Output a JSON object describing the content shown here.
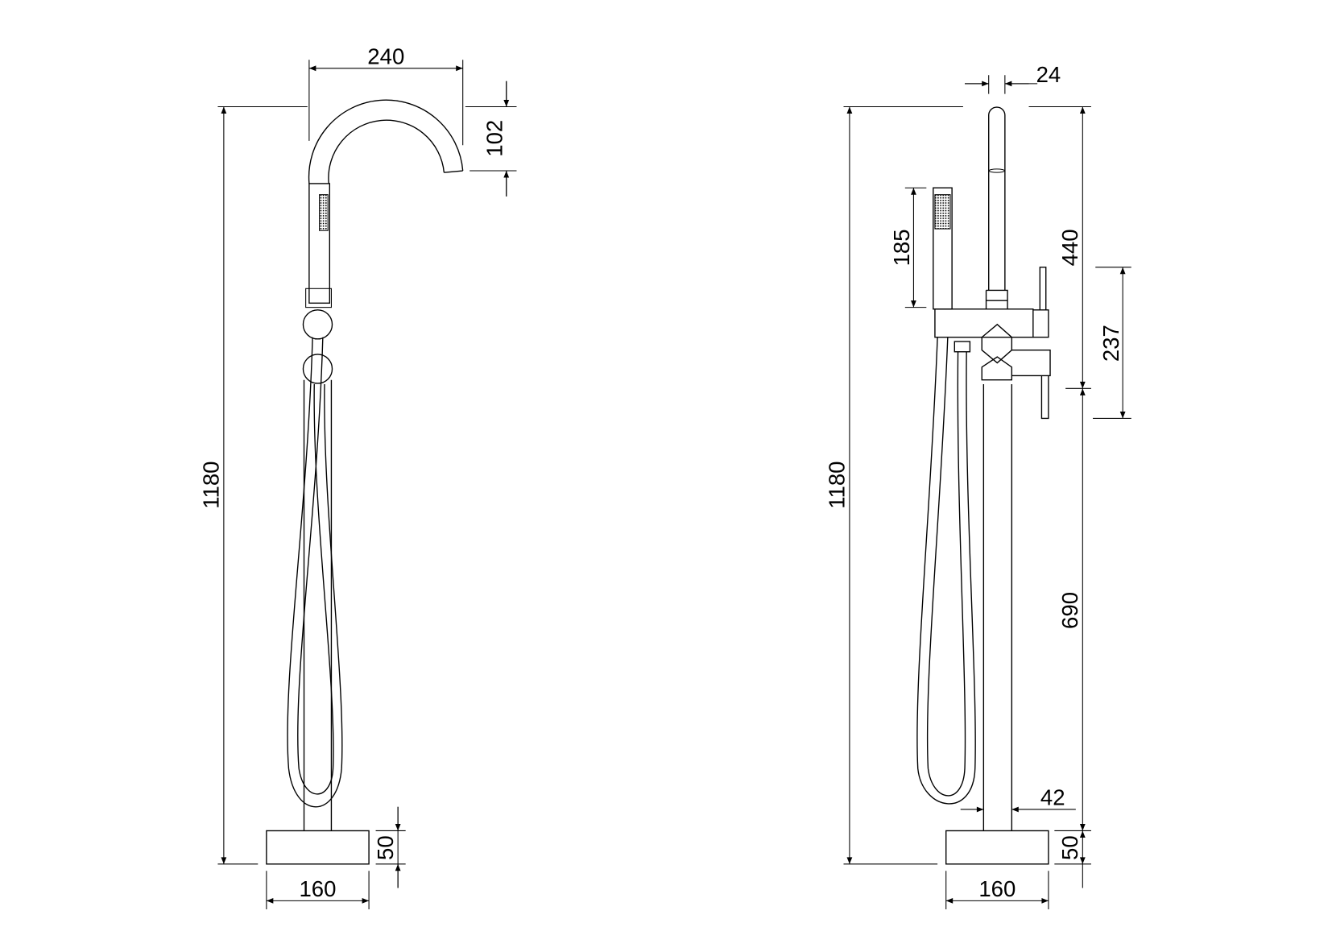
{
  "front_view": {
    "dims": {
      "height_total": "1180",
      "spout_reach": "240",
      "spout_drop": "102",
      "base_height": "50",
      "base_width": "160"
    }
  },
  "side_view": {
    "dims": {
      "spout_diameter": "24",
      "height_total": "1180",
      "upper_height": "440",
      "handshower_length": "185",
      "handles_span": "237",
      "column_height": "690",
      "column_diameter": "42",
      "base_height": "50",
      "base_width": "160"
    }
  },
  "colors": {
    "line": "#000000",
    "background": "#ffffff"
  }
}
